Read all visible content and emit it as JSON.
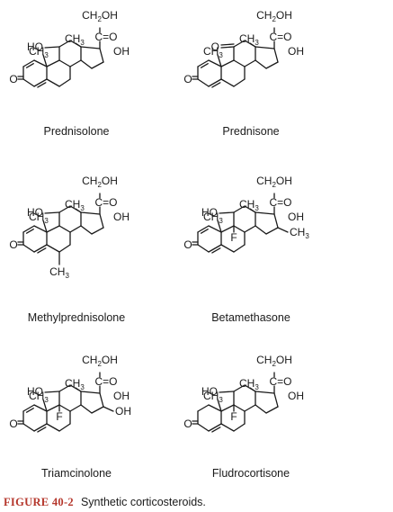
{
  "figure": {
    "label": "FIGURE 40-2",
    "title": "Synthetic corticosteroids."
  },
  "atom_labels": {
    "ch2oh": "CH2OH",
    "carbonyl": "C=O",
    "ch3": "CH3",
    "oh": "OH",
    "ho": "HO",
    "oxo": "O",
    "fluorine": "F"
  },
  "compounds": [
    {
      "name": "Prednisolone",
      "c11": "HO",
      "a_ring_double": true,
      "c9_fluoro": false,
      "c6_methyl": false,
      "c16": ""
    },
    {
      "name": "Prednisone",
      "c11": "O",
      "a_ring_double": true,
      "c9_fluoro": false,
      "c6_methyl": false,
      "c16": ""
    },
    {
      "name": "Methylprednisolone",
      "c11": "HO",
      "a_ring_double": true,
      "c9_fluoro": false,
      "c6_methyl": true,
      "c16": ""
    },
    {
      "name": "Betamethasone",
      "c11": "HO",
      "a_ring_double": true,
      "c9_fluoro": true,
      "c6_methyl": false,
      "c16": "CH3"
    },
    {
      "name": "Triamcinolone",
      "c11": "HO",
      "a_ring_double": true,
      "c9_fluoro": true,
      "c6_methyl": false,
      "c16": "OH"
    },
    {
      "name": "Fludrocortisone",
      "c11": "HO",
      "a_ring_double": false,
      "c9_fluoro": true,
      "c6_methyl": false,
      "c16": ""
    }
  ]
}
